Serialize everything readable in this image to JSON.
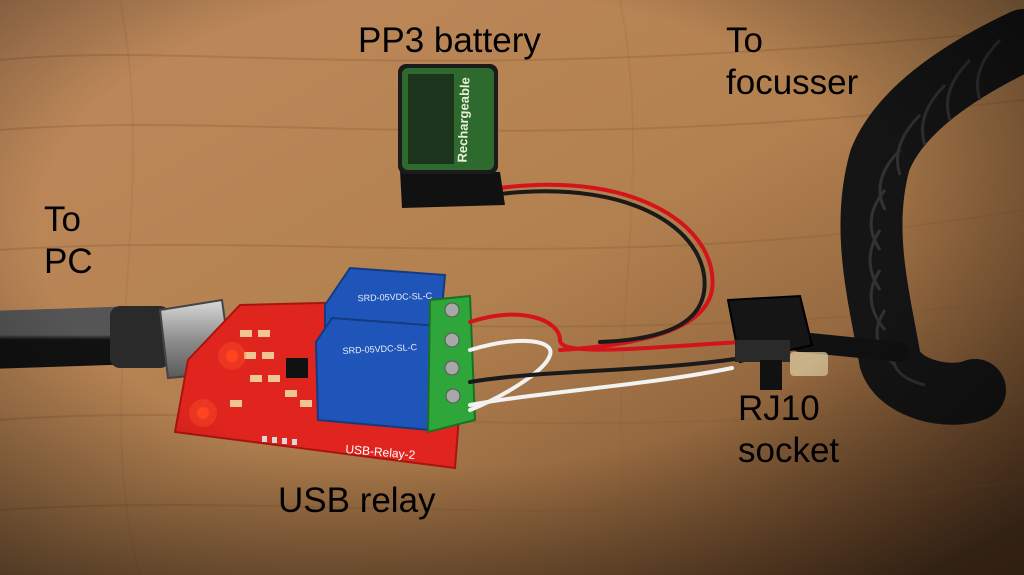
{
  "labels": {
    "battery": "PP3 battery",
    "focusser": "To\nfocusser",
    "pc": "To\nPC",
    "socket": "RJ10\nsocket",
    "relay": "USB relay"
  },
  "battery_print": {
    "brand": "Rechargeable"
  },
  "board_print": {
    "name": "USB-Relay-2",
    "relay_part": "SRD-05VDC-SL-C"
  },
  "colors": {
    "wood_light": "#c79466",
    "wood_dark": "#8e6440",
    "board": "#e0241e",
    "relay": "#1f55b8",
    "terminal": "#2fa63a",
    "cable": "#1a1a1a",
    "wire_red": "#d4141a",
    "wire_white": "#f2f2f2",
    "battery_green": "#2e6a2e"
  }
}
